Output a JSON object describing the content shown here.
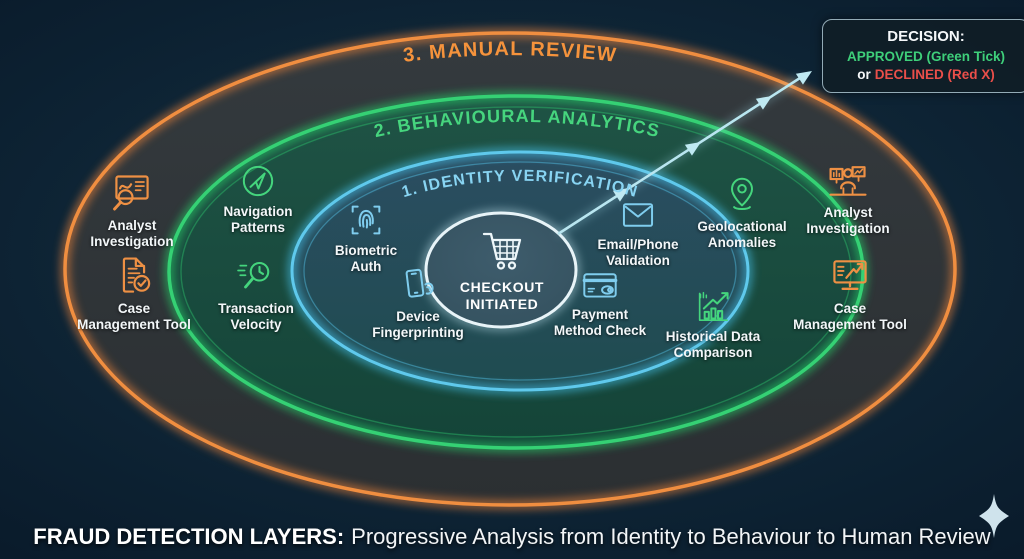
{
  "colors": {
    "background_navy": "#0e2536",
    "layer1_blue": "#55c4ec",
    "layer2_green": "#2fd173",
    "layer3_orange": "#ef8a3c",
    "arrow_cyan": "#b9e6f0",
    "approved_green": "#3ecf7a",
    "declined_red": "#ea4f4a",
    "center_stroke_white": "#eef7fa"
  },
  "layers": {
    "layer3": {
      "label": "3. MANUAL REVIEW"
    },
    "layer2": {
      "label": "2. BEHAVIOURAL ANALYTICS"
    },
    "layer1": {
      "label": "1. IDENTITY VERIFICATION"
    }
  },
  "center": {
    "line1": "CHECKOUT",
    "line2": "INITIATED",
    "icon": "shopping-cart-icon"
  },
  "items": {
    "identity": [
      {
        "label": "Biometric Auth",
        "icon": "fingerprint-scan-icon"
      },
      {
        "label": "Device Fingerprinting",
        "icon": "smartphone-fingerprint-icon"
      },
      {
        "label": "Email/Phone Validation",
        "icon": "envelope-icon"
      },
      {
        "label": "Payment Method Check",
        "icon": "credit-card-icon"
      }
    ],
    "behavioural": [
      {
        "label": "Navigation Patterns",
        "icon": "navigation-arrow-icon"
      },
      {
        "label": "Transaction Velocity",
        "icon": "clock-magnifier-icon"
      },
      {
        "label": "Geolocational Anomalies",
        "icon": "map-pin-icon"
      },
      {
        "label": "Historical Data Comparison",
        "icon": "bar-chart-trend-icon"
      }
    ],
    "manual": [
      {
        "label": "Analyst Investigation",
        "icon": "screen-magnifier-icon"
      },
      {
        "label": "Case Management Tool",
        "icon": "document-check-icon"
      },
      {
        "label": "Analyst Investigation",
        "icon": "analyst-desk-icon"
      },
      {
        "label": "Case Management Tool",
        "icon": "monitor-chart-icon"
      }
    ]
  },
  "decision": {
    "heading": "DECISION:",
    "approved": "APPROVED (Green Tick)",
    "or": "or",
    "declined": "DECLINED (Red X)"
  },
  "caption": {
    "bold": "FRAUD DETECTION LAYERS:",
    "rest": "Progressive Analysis from Identity to Behaviour to Human Review"
  }
}
